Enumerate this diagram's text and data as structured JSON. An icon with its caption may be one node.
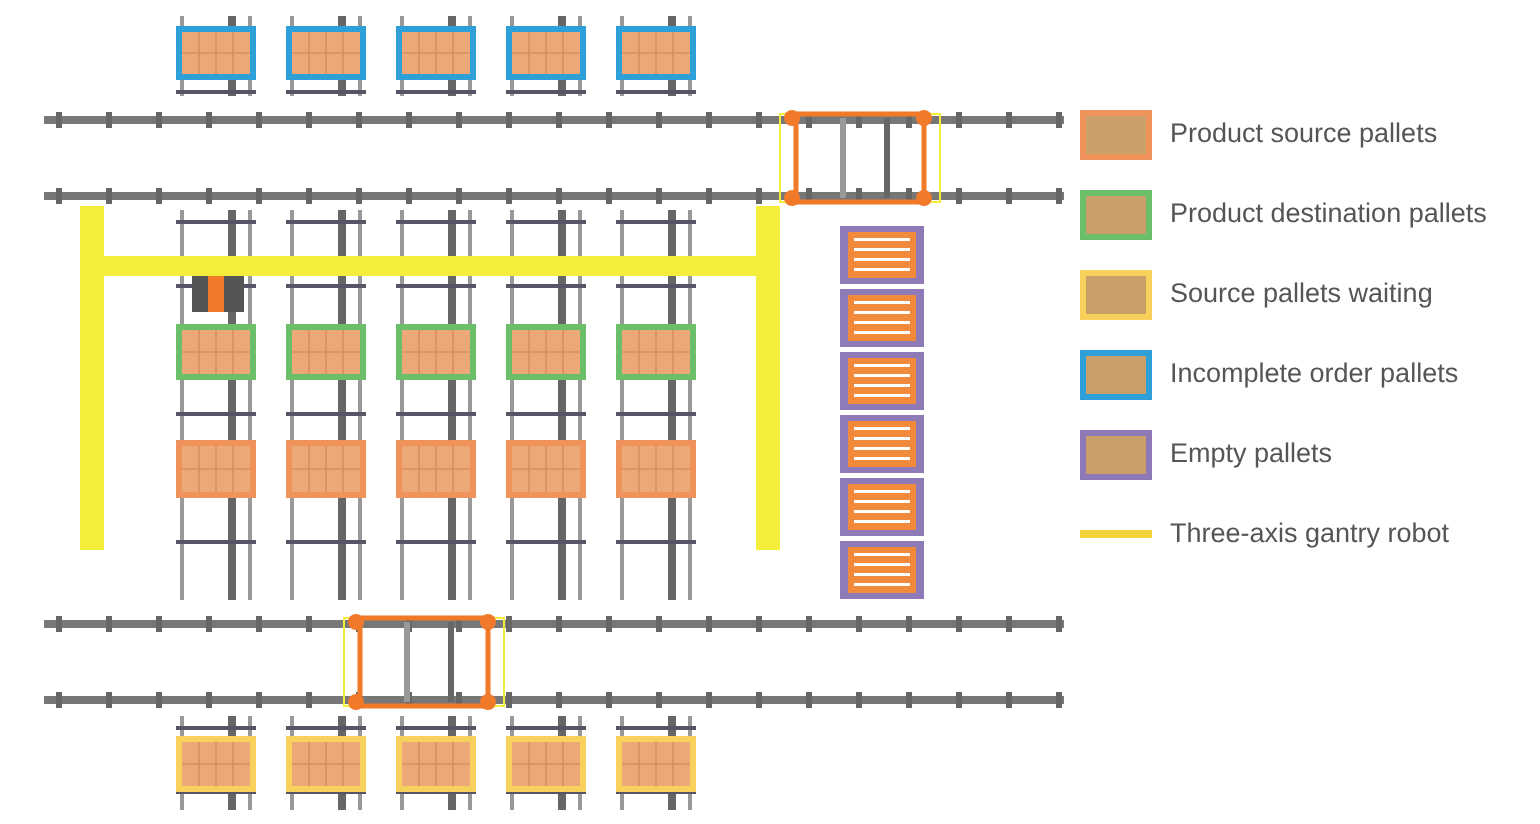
{
  "diagram": {
    "legend": [
      {
        "text": "Product source pallets",
        "color": "#f0935a"
      },
      {
        "text": "Product destination pallets",
        "color": "#6cbf6a"
      },
      {
        "text": "Source pallets waiting",
        "color": "#f7d15c"
      },
      {
        "text": "Incomplete order pallets",
        "color": "#2f9fd8"
      },
      {
        "text": "Empty pallets",
        "color": "#8f7ab8"
      },
      {
        "text": "Three-axis gantry robot"
      }
    ]
  }
}
